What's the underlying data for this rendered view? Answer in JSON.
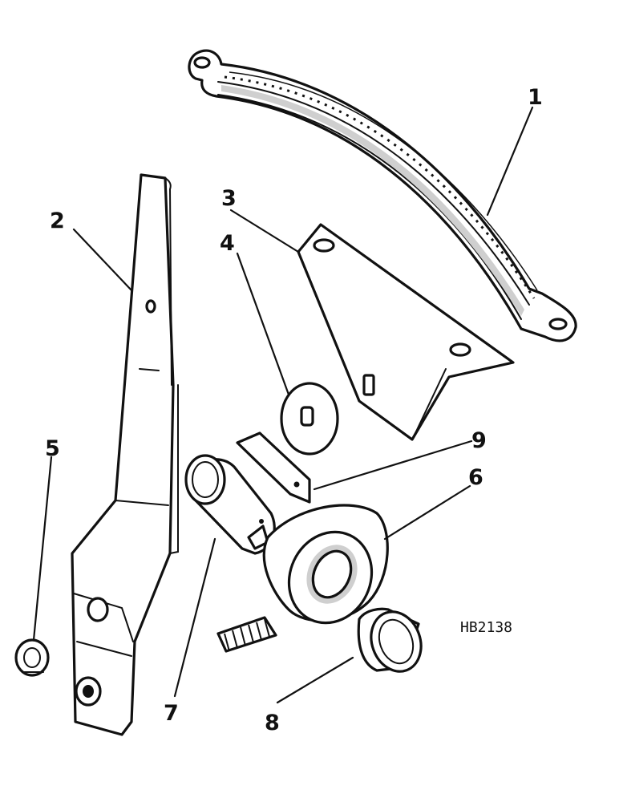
{
  "figure_code": "HB2138",
  "callouts": [
    {
      "id": "1",
      "label": "1"
    },
    {
      "id": "2",
      "label": "2"
    },
    {
      "id": "3",
      "label": "3"
    },
    {
      "id": "4",
      "label": "4"
    },
    {
      "id": "5",
      "label": "5"
    },
    {
      "id": "6",
      "label": "6"
    },
    {
      "id": "7",
      "label": "7"
    },
    {
      "id": "8",
      "label": "8"
    },
    {
      "id": "9",
      "label": "9"
    }
  ]
}
